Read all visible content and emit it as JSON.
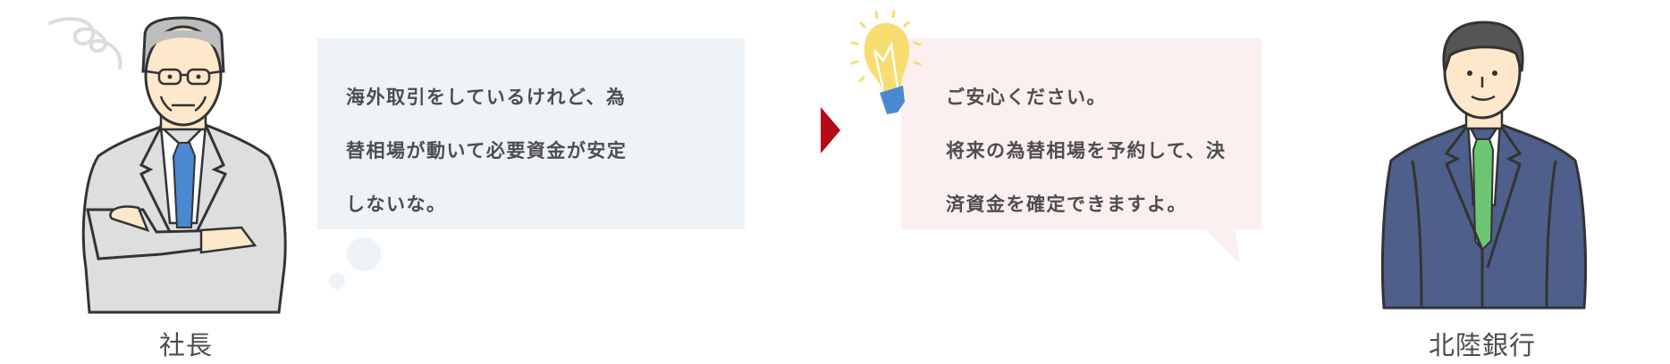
{
  "left_speaker": {
    "name": "社長",
    "lines": [
      "海外取引をしているけれど、為",
      "替相場が動いて必要資金が安定",
      "しないな。"
    ]
  },
  "right_speaker": {
    "name": "北陸銀行",
    "lines": [
      "ご安心ください。",
      "将来の為替相場を予約して、決",
      "済資金を確定できますよ。"
    ]
  },
  "colors": {
    "left_bubble": "#eef3f8",
    "right_bubble": "#fbeff0",
    "arrow": "#b50a16",
    "bulb": "#f7dc6f",
    "bulb_base": "#4a88d0",
    "left_tie": "#4a88d0",
    "right_tie": "#6cc573",
    "left_suit": "#dedede",
    "right_suit": "#4d5f8a"
  }
}
